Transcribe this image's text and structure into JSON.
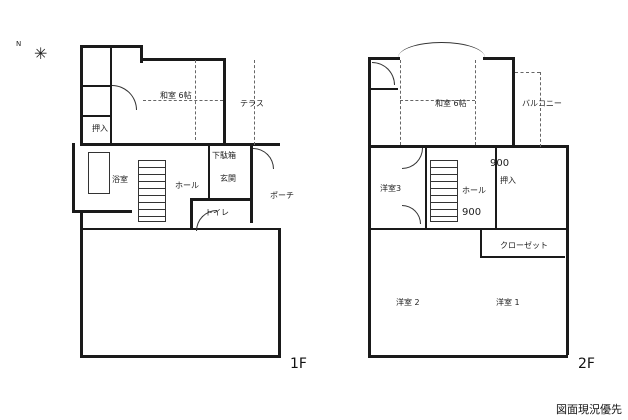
{
  "plan_1f": {
    "floor_label": "1F",
    "compass": "N",
    "rooms": {
      "washitsu": "和室 6帖",
      "terrace": "テラス",
      "oshiire": "押入",
      "bath": "浴室",
      "hall": "ホール",
      "genkan": "玄関",
      "getabako": "下駄箱",
      "porch": "ポーチ",
      "toilet": "トイレ"
    }
  },
  "plan_2f": {
    "floor_label": "2F",
    "rooms": {
      "washitsu": "和室 6帖",
      "balcony": "バルコニー",
      "hall": "ホール",
      "youshitsu3": "洋室3",
      "closet": "クローゼット",
      "youshitsu2": "洋室 2",
      "youshitsu1": "洋室 1",
      "oshiire": "押入",
      "dim1": "900",
      "dim2": "900"
    }
  },
  "caption": "図面現況優先"
}
